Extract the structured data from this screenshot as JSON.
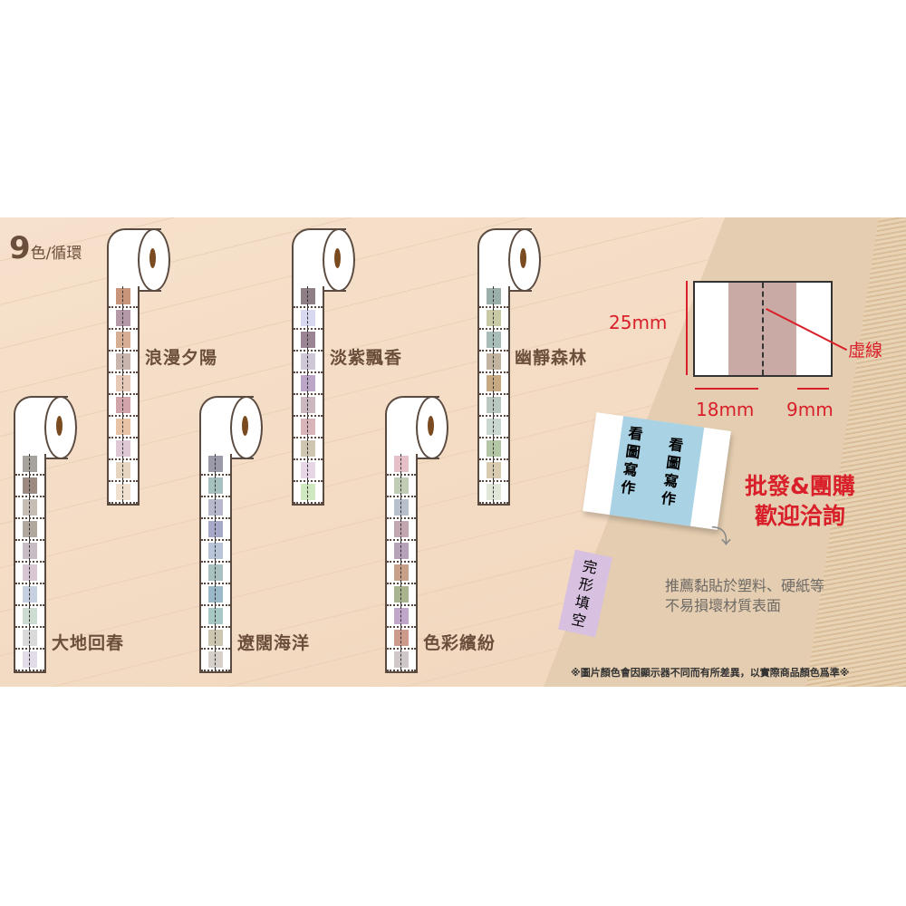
{
  "header": {
    "count": "9",
    "unit": "色/循環"
  },
  "rolls": [
    {
      "name": "浪漫夕陽",
      "colors": [
        "#c8957a",
        "#b49aa8",
        "#d6ae94",
        "#c8b6ae",
        "#e6c9b7",
        "#d0a4a8",
        "#e9c3a6",
        "#ddc8d4",
        "#e6d5c0",
        "#f0e0d0"
      ]
    },
    {
      "name": "淡紫飄香",
      "colors": [
        "#8e7e86",
        "#d8d8f0",
        "#9b8494",
        "#cfc6d6",
        "#bba6c8",
        "#cbb7c0",
        "#d7b5b8",
        "#cec6b0",
        "#e7d6e6",
        "#cfe8c0"
      ]
    },
    {
      "name": "幽靜森林",
      "colors": [
        "#9aaeaa",
        "#c9c9a6",
        "#a8bdb8",
        "#c2b3a0",
        "#c6a882",
        "#b8c8c0",
        "#cad6d0",
        "#b3c6a6",
        "#d8cbb0",
        "#e0e6d8"
      ]
    },
    {
      "name": "大地回春",
      "colors": [
        "#a6a39c",
        "#9c8a80",
        "#c6beb4",
        "#b0a89c",
        "#c8bcc4",
        "#d8c6d4",
        "#c6d0e0",
        "#ccdcd0",
        "#dadada",
        "#e3dbe8"
      ]
    },
    {
      "name": "遼闊海洋",
      "colors": [
        "#9a9aa8",
        "#a6c0c0",
        "#b8b8cc",
        "#a6a8c8",
        "#b8c4d8",
        "#a8c0c0",
        "#9ab8c8",
        "#a8c8c6",
        "#ccc6b0",
        "#d6d0c8"
      ]
    },
    {
      "name": "色彩繽紛",
      "colors": [
        "#e6c0c8",
        "#c0ccb4",
        "#b8c0cc",
        "#c2a6b0",
        "#b6a2b8",
        "#c8a08a",
        "#a8b48e",
        "#c0a6c8",
        "#cc9a8a",
        "#d0c8c8"
      ]
    }
  ],
  "spec": {
    "height": "25mm",
    "width_main": "18mm",
    "width_side": "9mm",
    "dash_label": "虛線",
    "band_color": "#c9aaa4"
  },
  "samples": {
    "blue_text": "看圖寫作",
    "purple_text": "完形填空"
  },
  "promo": {
    "line1": "批發&團購",
    "line2": "歡迎洽詢"
  },
  "note": {
    "line1": "推薦黏貼於塑料、硬紙等",
    "line2": "不易損壞材質表面"
  },
  "disclaimer": "※圖片顏色會因顯示器不同而有所差異，以實際商品顏色爲準※"
}
